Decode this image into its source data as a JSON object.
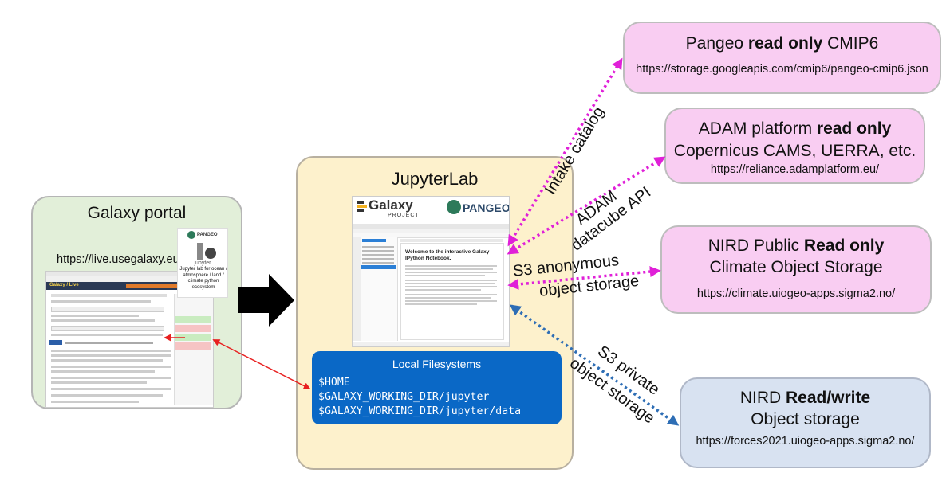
{
  "galaxy": {
    "title": "Galaxy portal",
    "url": "https://live.usegalaxy.eu",
    "thumbnail": {
      "brand": "Galaxy / Live",
      "pangeo_logo": "PANGEO",
      "jupyter_word": "jupyter",
      "jupyter_caption": "Jupyter lab for ocean / atmosphere / land / climate python ecosystem"
    }
  },
  "jupyterlab": {
    "title": "JupyterLab",
    "galaxy_logo": "Galaxy",
    "galaxy_logo_sub": "PROJECT",
    "pangeo_logo": "PANGEO",
    "notebook_heading": "Welcome to the interactive Galaxy IPython Notebook.",
    "local": {
      "title": "Local Filesystems",
      "paths": [
        "$HOME",
        "$GALAXY_WORKING_DIR/jupyter",
        "$GALAXY_WORKING_DIR/jupyter/data"
      ]
    }
  },
  "targets": {
    "pangeo": {
      "pre": "Pangeo ",
      "bold": "read only",
      "post": " CMIP6",
      "url": "https://storage.googleapis.com/cmip6/pangeo-cmip6.json"
    },
    "adam": {
      "pre": "ADAM platform ",
      "bold": "read only",
      "line2": "Copernicus CAMS, UERRA, etc.",
      "url": "https://reliance.adamplatform.eu/"
    },
    "nird_public": {
      "pre": "NIRD Public ",
      "bold": "Read only",
      "line2": "Climate Object Storage",
      "url": "https://climate.uiogeo-apps.sigma2.no/"
    },
    "nird_rw": {
      "pre": "NIRD ",
      "bold": "Read/write",
      "line2": "Object storage",
      "url": "https://forces2021.uiogeo-apps.sigma2.no/"
    }
  },
  "connections": {
    "intake": "Intake catalog",
    "adam1": "ADAM",
    "adam2": "datacube API",
    "s3anon1": "S3  anonymous",
    "s3anon2": "object storage",
    "s3priv1": "S3 private",
    "s3priv2": "object storage"
  },
  "colors": {
    "pink_link": "#e020d8",
    "blue_link": "#2e6eb5",
    "red_link": "#e82020",
    "local_fs": "#0a68c6"
  }
}
